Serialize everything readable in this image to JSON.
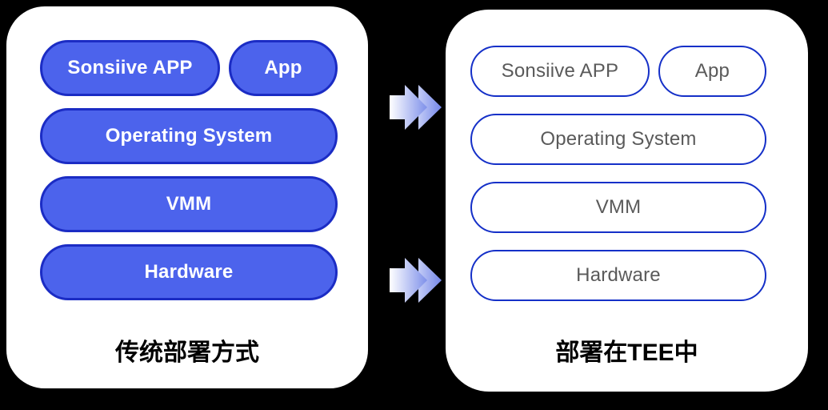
{
  "diagram": {
    "left": {
      "title": "传统部署方式",
      "style": "filled",
      "app_row": {
        "primary": "Sonsiive APP",
        "secondary": "App"
      },
      "layers": [
        "Operating System",
        "VMM",
        "Hardware"
      ]
    },
    "right": {
      "title": "部署在TEE中",
      "style": "outlined",
      "app_row": {
        "primary": "Sonsiive APP",
        "secondary": "App"
      },
      "layers": [
        "Operating System",
        "VMM",
        "Hardware"
      ]
    },
    "arrows": {
      "count": 2,
      "direction": "right",
      "meaning": "transformation from traditional deployment to TEE deployment"
    }
  },
  "colors": {
    "background": "#000000",
    "panel": "#ffffff",
    "filled_pill_fill": "#4c63ec",
    "filled_pill_border": "#1b2cc4",
    "filled_pill_text": "#ffffff",
    "outlined_pill_fill": "#ffffff",
    "outlined_pill_border": "#1530c8",
    "outlined_pill_text": "#5a5a5a",
    "panel_label_text": "#000000",
    "arrow_gradient_start": "#ffffff",
    "arrow_gradient_end": "#7486e9"
  }
}
